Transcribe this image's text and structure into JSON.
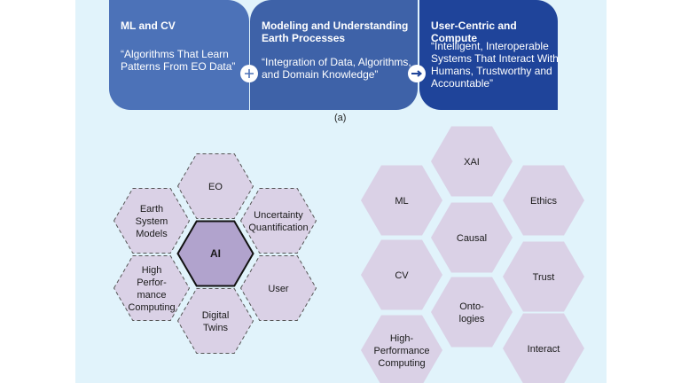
{
  "colors": {
    "background_panel": "#e1f3fb",
    "card1": "#4c72b8",
    "card2": "#3e62a8",
    "card3": "#1f449a",
    "hex_fill": "#dad1e6",
    "hex_center_fill": "#b1a3cd",
    "hex_stroke": "#555555",
    "hex_center_stroke": "#111111"
  },
  "top_panel": {
    "cards": [
      {
        "title": "ML and CV",
        "quote": "“Algorithms That Learn Patterns From EO Data”"
      },
      {
        "title": "Modeling and Understanding Earth Processes",
        "quote": "“Integration of Data, Algorithms, and Domain Knowledge”"
      },
      {
        "title": "User-Centric and Compute",
        "quote": "“Intelligent, Interoperable Systems That Interact With Humans, Trustworthy and Accountable”"
      }
    ],
    "connectors": [
      "plus-icon",
      "arrow-right-icon"
    ],
    "caption": "(a)"
  },
  "left_cluster": {
    "center": {
      "label": [
        "AI"
      ]
    },
    "hexes": [
      {
        "id": "eo",
        "label": [
          "EO"
        ]
      },
      {
        "id": "earth-system-models",
        "label": [
          "Earth",
          "System",
          "Models"
        ]
      },
      {
        "id": "uncertainty-quantification",
        "label": [
          "Uncertainty",
          "Quantification"
        ]
      },
      {
        "id": "high-performance-computing",
        "label": [
          "High",
          "Perfor-",
          "mance",
          "Computing"
        ]
      },
      {
        "id": "user",
        "label": [
          "User"
        ]
      },
      {
        "id": "digital-twins",
        "label": [
          "Digital",
          "Twins"
        ]
      }
    ]
  },
  "right_cluster": {
    "hexes": [
      {
        "id": "xai",
        "label": [
          "XAI"
        ]
      },
      {
        "id": "ml",
        "label": [
          "ML"
        ]
      },
      {
        "id": "ethics",
        "label": [
          "Ethics"
        ]
      },
      {
        "id": "causal",
        "label": [
          "Causal"
        ]
      },
      {
        "id": "cv",
        "label": [
          "CV"
        ]
      },
      {
        "id": "trust",
        "label": [
          "Trust"
        ]
      },
      {
        "id": "ontologies",
        "label": [
          "Onto-",
          "logies"
        ]
      },
      {
        "id": "high-performance-computing",
        "label": [
          "High-",
          "Performance",
          "Computing"
        ]
      },
      {
        "id": "interact",
        "label": [
          "Interact"
        ]
      }
    ]
  }
}
